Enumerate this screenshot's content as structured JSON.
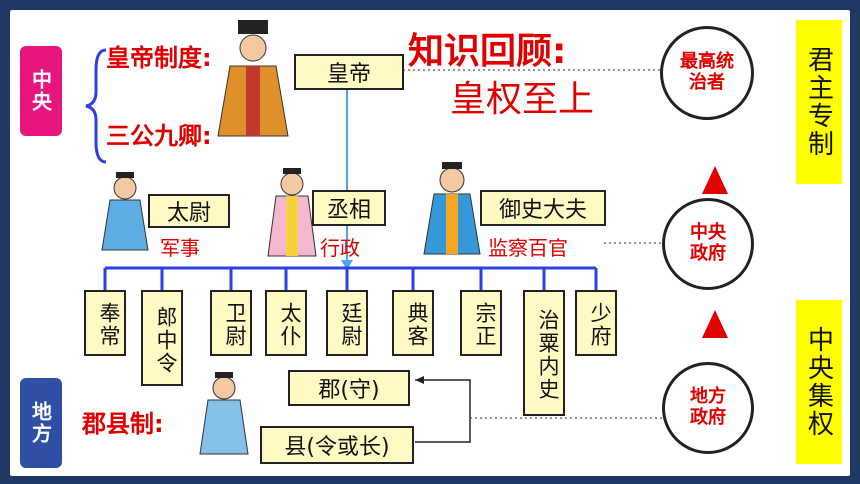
{
  "central": {
    "tag": "中央",
    "emperor_system": "皇帝制度:",
    "three_nine": "三公九卿:",
    "emperor": "皇帝"
  },
  "review": {
    "title": "知识回顾:",
    "subtitle": "皇权至上"
  },
  "ministers": [
    {
      "name": "太尉",
      "role": "军事"
    },
    {
      "name": "丞相",
      "role": "行政"
    },
    {
      "name": "御史大夫",
      "role": "监察百官"
    }
  ],
  "nine_ministers": [
    "奉常",
    "郎中令",
    "卫尉",
    "太仆",
    "廷尉",
    "典客",
    "宗正",
    "治粟内史",
    "少府"
  ],
  "local": {
    "tag": "地方",
    "system": "郡县制:",
    "commandery": "郡(守)",
    "county": "县(令或长)"
  },
  "right": {
    "circle_top": "最高统治者",
    "circle_mid": "中央政府",
    "circle_bot": "地方政府",
    "label_top": "君主专制",
    "label_bot": "中央集权"
  },
  "colors": {
    "background": "#1f3864",
    "red": "#e00000",
    "tag_pink": "#e8157f",
    "tag_blue": "#2e4fa3",
    "box_fill": "#fff9c4",
    "connector_blue": "#2f3fe0"
  }
}
